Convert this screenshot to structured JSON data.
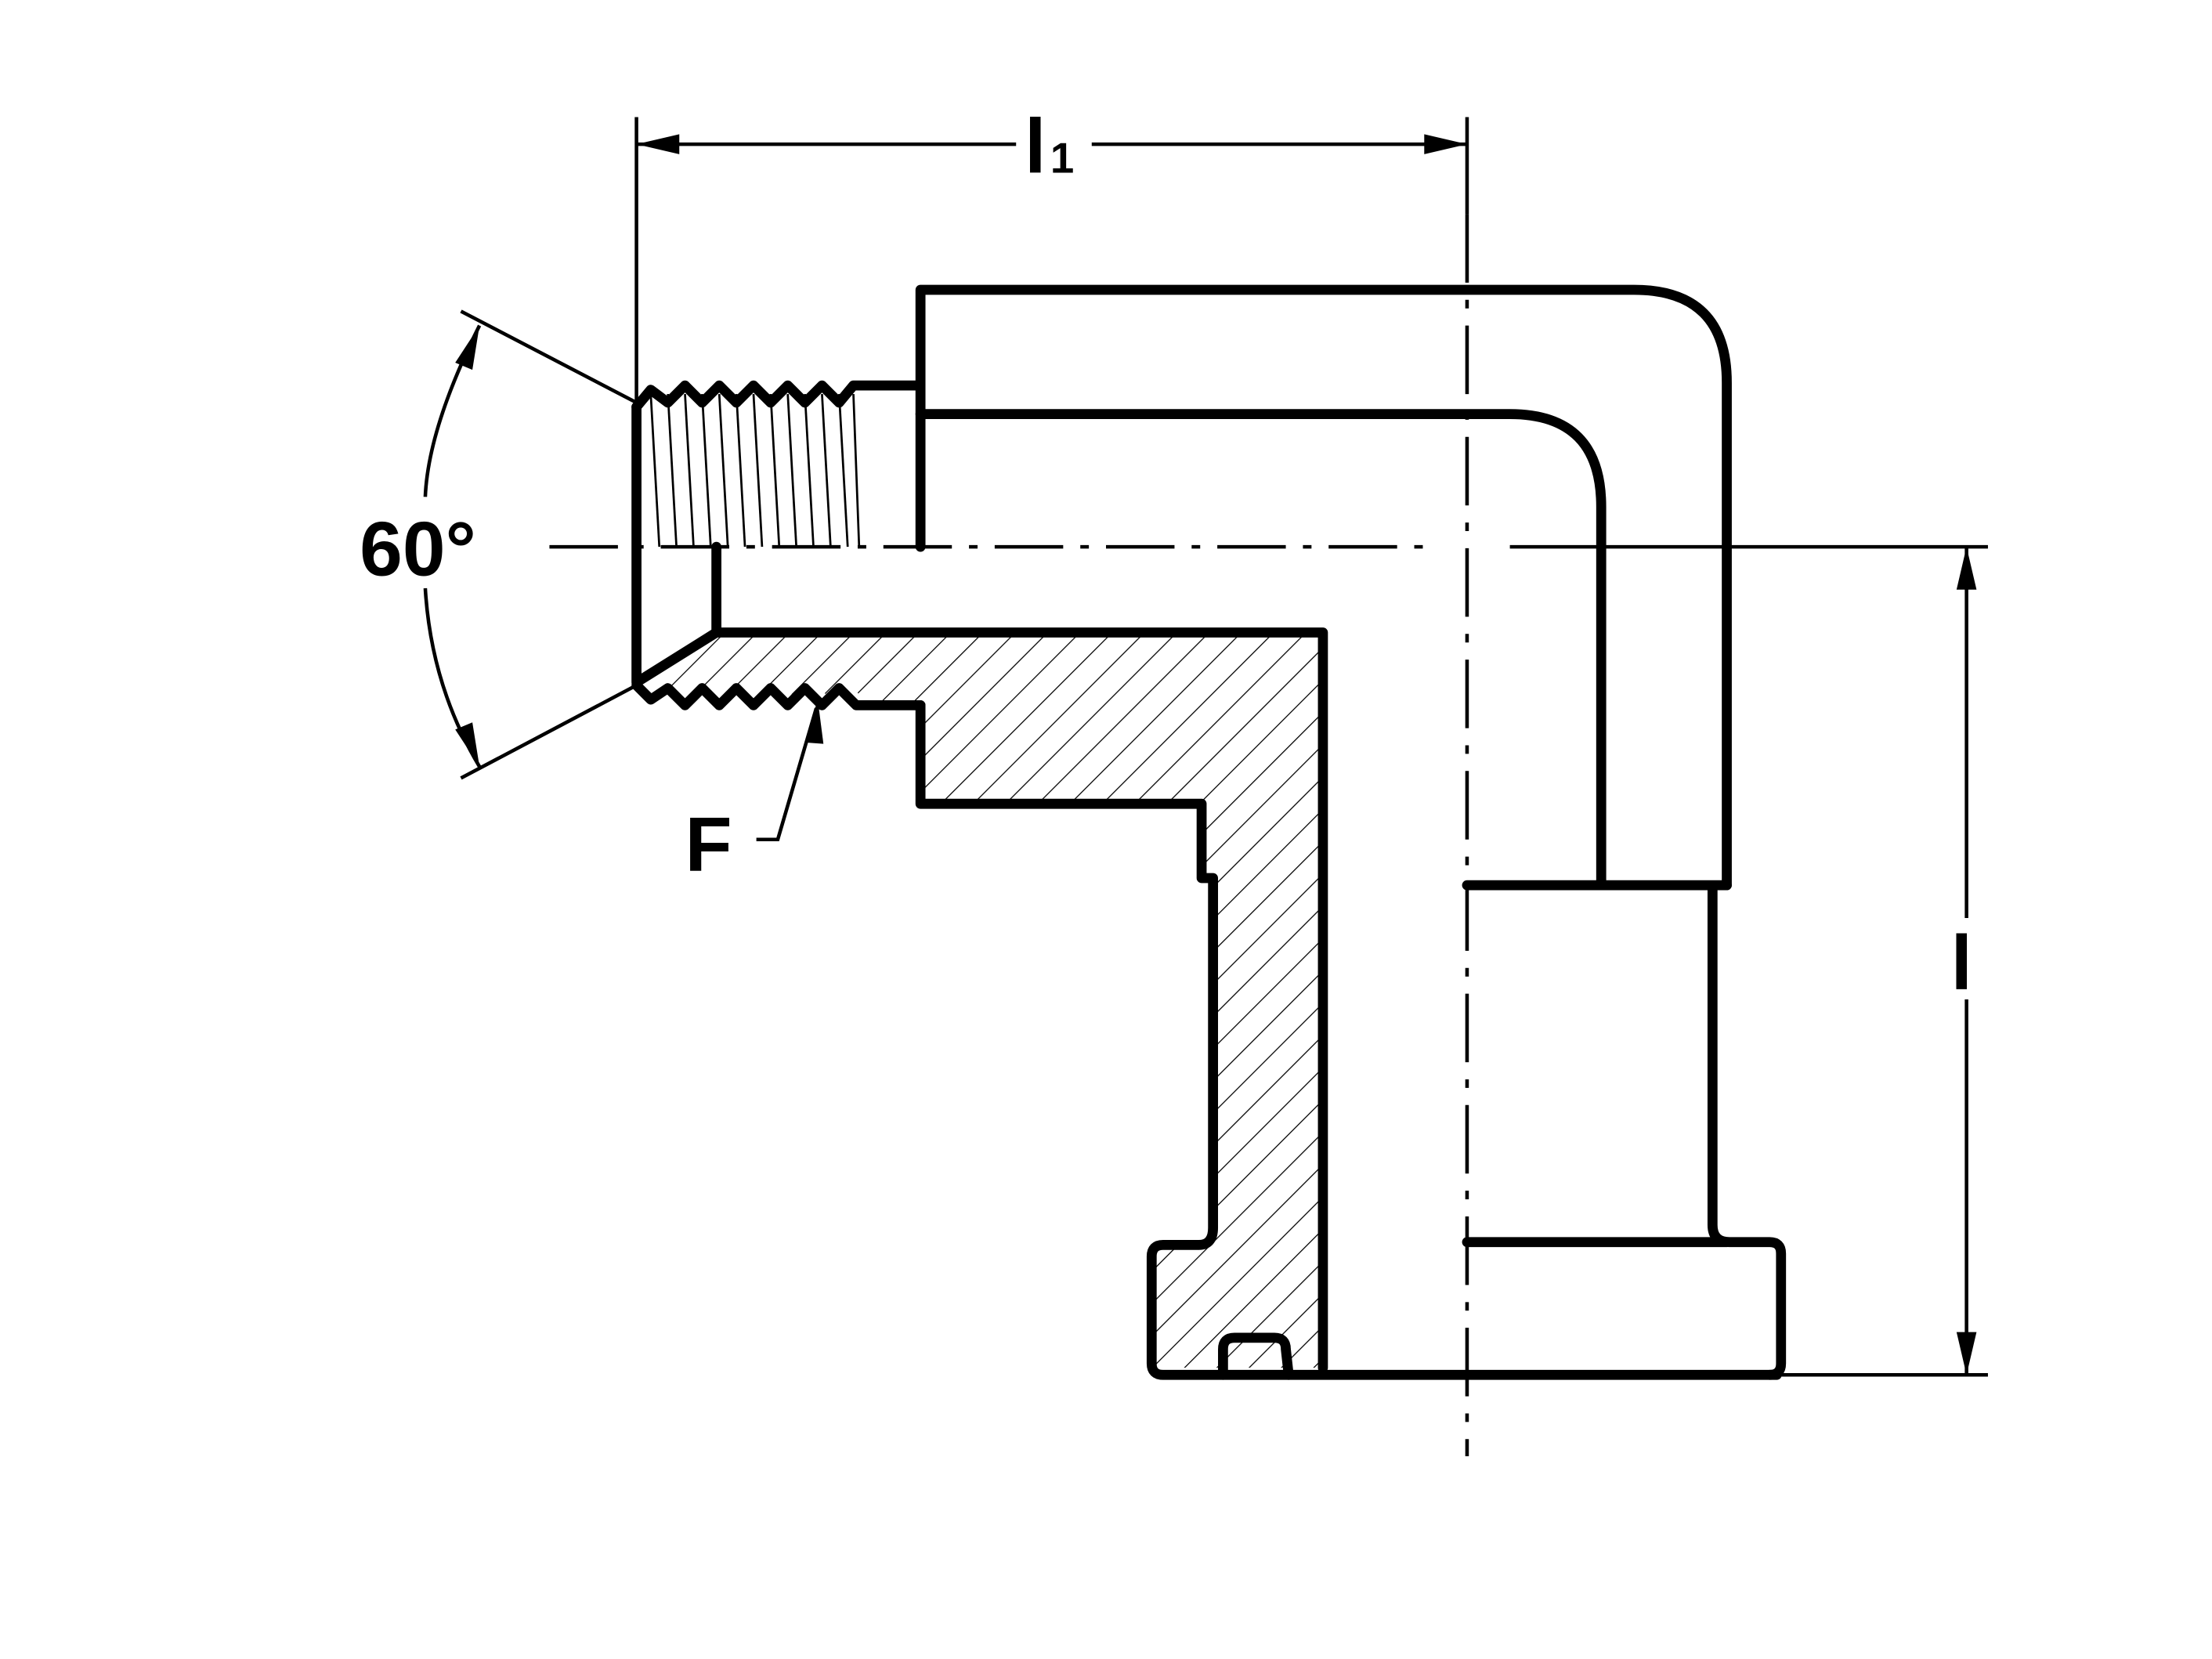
{
  "labels": {
    "dimension_l1_main": "l",
    "dimension_l1_sub": "1",
    "dimension_l": "l",
    "angle": "60°",
    "thread": "F"
  },
  "colors": {
    "line": "#000000",
    "background": "#ffffff"
  }
}
